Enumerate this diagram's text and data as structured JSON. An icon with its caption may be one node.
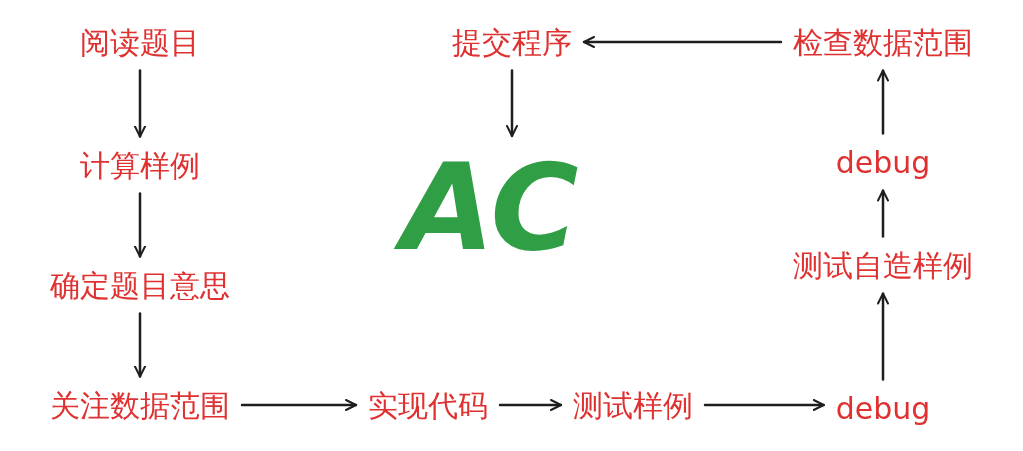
{
  "diagram": {
    "nodes": [
      {
        "text": [
          "阅读题目"
        ]
      },
      {
        "text": [
          "计算样例"
        ]
      },
      {
        "text": [
          "确定题目意思"
        ]
      },
      {
        "text": [
          "关注数据范围"
        ]
      },
      {
        "text": [
          "实现代码"
        ]
      },
      {
        "text": [
          "测试样例"
        ]
      },
      {
        "text": [
          "debug"
        ]
      },
      {
        "text": [
          "测试自造样例"
        ]
      },
      {
        "text": [
          "debug"
        ]
      },
      {
        "text": [
          "检查数据范围"
        ]
      },
      {
        "text": [
          "提交程序"
        ]
      },
      {
        "text": [
          "AC"
        ]
      }
    ],
    "edges": [
      {
        "from": 0,
        "to": 1,
        "arrow": "to"
      },
      {
        "from": 1,
        "to": 2,
        "arrow": "to"
      },
      {
        "from": 2,
        "to": 3,
        "arrow": "to"
      },
      {
        "from": 3,
        "to": 4,
        "arrow": "to"
      },
      {
        "from": 4,
        "to": 5,
        "arrow": "to"
      },
      {
        "from": 5,
        "to": 6,
        "arrow": "to"
      },
      {
        "from": 6,
        "to": 7,
        "arrow": "to"
      },
      {
        "from": 7,
        "to": 8,
        "arrow": "to"
      },
      {
        "from": 8,
        "to": 9,
        "arrow": "to"
      },
      {
        "from": 9,
        "to": 10,
        "arrow": "to"
      },
      {
        "from": 10,
        "to": 11,
        "arrow": "to"
      }
    ]
  }
}
